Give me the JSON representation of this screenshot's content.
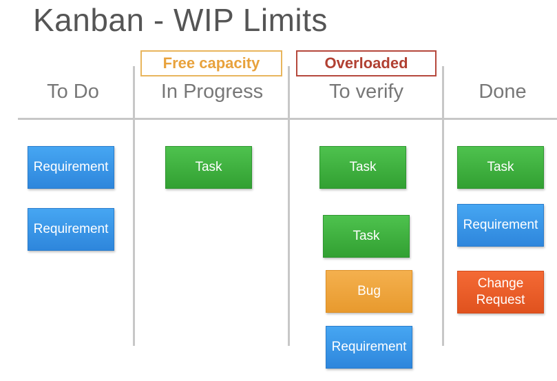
{
  "title": "Kanban - WIP Limits",
  "columns": [
    {
      "name": "To Do",
      "cards": [
        {
          "label": "Requirement",
          "kind": "requirement"
        },
        {
          "label": "Requirement",
          "kind": "requirement"
        }
      ]
    },
    {
      "name": "In Progress",
      "badge": "Free capacity",
      "cards": [
        {
          "label": "Task",
          "kind": "task"
        }
      ]
    },
    {
      "name": "To verify",
      "badge": "Overloaded",
      "cards": [
        {
          "label": "Task",
          "kind": "task"
        },
        {
          "label": "Task",
          "kind": "task"
        },
        {
          "label": "Bug",
          "kind": "bug"
        },
        {
          "label": "Requirement",
          "kind": "requirement"
        }
      ]
    },
    {
      "name": "Done",
      "cards": [
        {
          "label": "Task",
          "kind": "task"
        },
        {
          "label": "Requirement",
          "kind": "requirement"
        },
        {
          "label": "Change Request",
          "kind": "change"
        }
      ]
    }
  ],
  "colors": {
    "requirement": "#3a96e8",
    "task": "#3fb13f",
    "bug": "#eea63e",
    "change_request": "#ea5e28",
    "free_capacity": "#e8a23c",
    "overloaded": "#b14032"
  }
}
